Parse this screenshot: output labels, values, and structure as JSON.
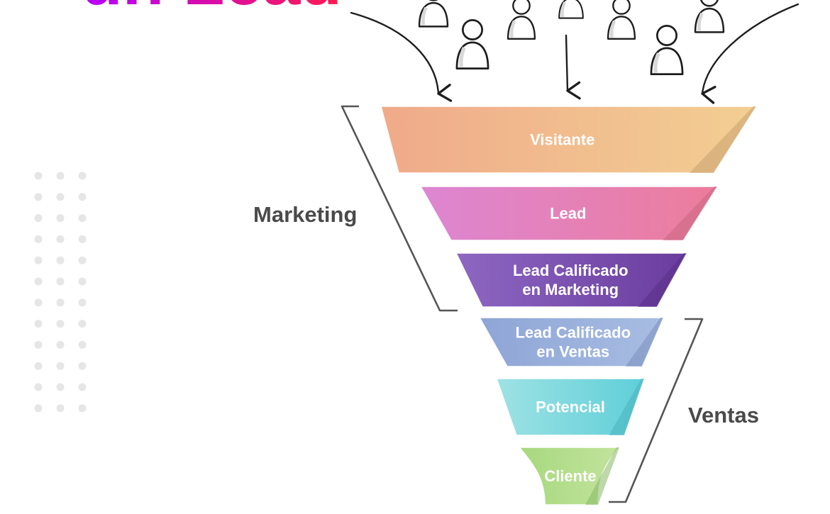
{
  "title": {
    "text": "un Lead",
    "gradient_from": "#b400ff",
    "gradient_to": "#ff1a4f"
  },
  "groups": [
    {
      "key": "marketing",
      "label": "Marketing"
    },
    {
      "key": "sales",
      "label": "Ventas"
    }
  ],
  "stages": [
    {
      "lines": [
        "Visitante"
      ],
      "color_from": "#f0aa8a",
      "color_to": "#f2cf92",
      "edge": "#c9a16f"
    },
    {
      "lines": [
        "Lead"
      ],
      "color_from": "#dd86d3",
      "color_to": "#ec7c9b",
      "edge": "#c96682"
    },
    {
      "lines": [
        "Lead Calificado",
        "en Marketing"
      ],
      "color_from": "#8d67c2",
      "color_to": "#6a3c9e",
      "edge": "#5a3088"
    },
    {
      "lines": [
        "Lead Calificado",
        "en Ventas"
      ],
      "color_from": "#8ea5d6",
      "color_to": "#a8bde2",
      "edge": "#7a8fbd"
    },
    {
      "lines": [
        "Potencial"
      ],
      "color_from": "#9ee2e4",
      "color_to": "#5fcfd8",
      "edge": "#4ab3bd"
    },
    {
      "lines": [
        "Cliente"
      ],
      "color_from": "#a7d97f",
      "color_to": "#c2e39c",
      "edge": "#87b865"
    }
  ],
  "colors": {
    "ink": "#1e1e1e",
    "bracket": "#555555",
    "dots": "#e6e6e6"
  },
  "icons": [
    "person-icon",
    "arrow-icon",
    "bracket-icon",
    "dot-grid-icon"
  ]
}
